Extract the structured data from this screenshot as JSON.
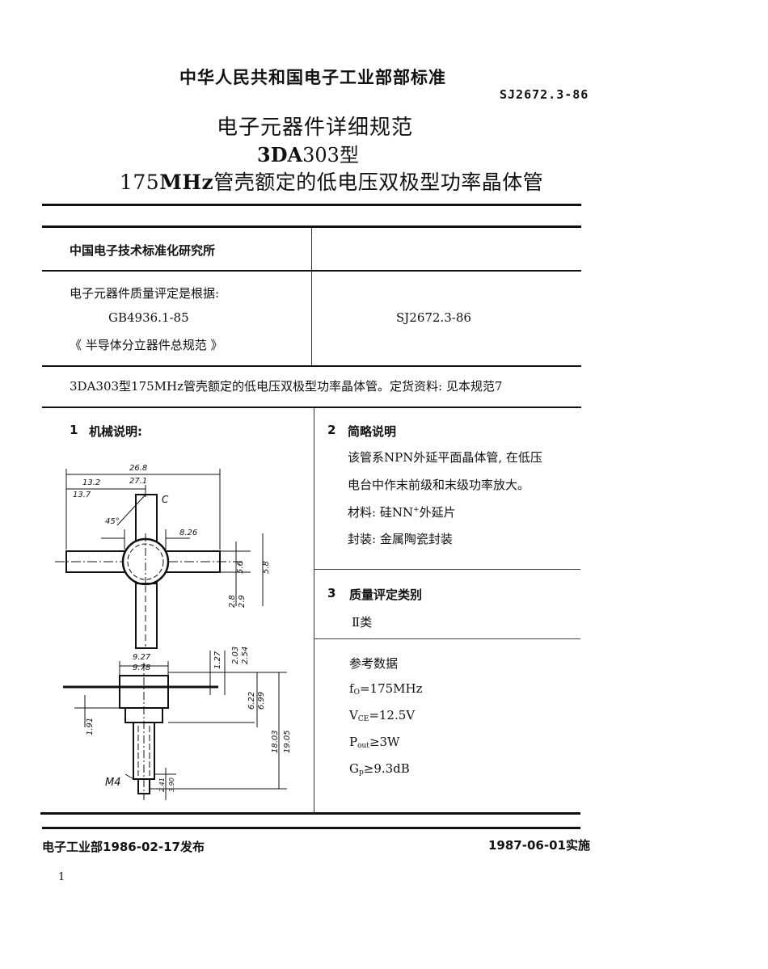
{
  "header": {
    "ministry_standard": "中华人民共和国电子工业部部标准",
    "standard_number": "SJ2672.3-86",
    "title_line1": "电子元器件详细规范",
    "title_line2_bold": "3DA",
    "title_line2_rest": "303型",
    "title_line3_num": "175",
    "title_line3_bold": "MHz",
    "title_line3_rest": "管壳额定的低电压双极型功率晶体管"
  },
  "info_table": {
    "institute": "中国电子技术标准化研究所",
    "basis_label": "电子元器件质量评定是根据:",
    "basis_standard": "GB4936.1-85",
    "basis_title": "《 半导体分立器件总规范 》",
    "spec_number": "SJ2672.3-86"
  },
  "summary_line": "3DA303型175MHz管壳额定的低电压双极型功率晶体管。定货资料: 见本规范7",
  "section1": {
    "number": "1",
    "title": "机械说明:",
    "drawing": {
      "dims": {
        "overall_width": "26.8",
        "overall_width2": "27.1",
        "half_width": "13.2",
        "half_width2": "13.7",
        "angle": "45°",
        "lead_label": "C",
        "body_dia": "8.26",
        "lead_w1": "5.6",
        "lead_w2": "5.8",
        "lead_t1": "2.8",
        "lead_t2": "2.9",
        "cap_w1": "9.27",
        "cap_w2": "9.78",
        "h1": "1.27",
        "h2": "2.03",
        "h3": "2.54",
        "h4": "6.22",
        "h5": "6.99",
        "stud_offset": "1.91",
        "total_h1": "18.03",
        "total_h2": "19.05",
        "thread_label": "M4",
        "tip1": "2.41",
        "tip2": "3.90"
      }
    }
  },
  "section2": {
    "number": "2",
    "title": "简略说明",
    "line1": "该管系NPN外延平面晶体管, 在低压",
    "line2": "电台中作末前级和末级功率放大。",
    "material_label": "材料: 硅NN",
    "material_sup": "+",
    "material_rest": "外延片",
    "package": "封装: 金属陶瓷封装"
  },
  "section3": {
    "number": "3",
    "title": "质量评定类别",
    "value": "Ⅱ类"
  },
  "reference": {
    "title": "参考数据",
    "items": [
      {
        "sym": "f",
        "sub": "O",
        "rel": "=",
        "val": "175MHz"
      },
      {
        "sym": "V",
        "sub": "CE",
        "rel": "=",
        "val": "12.5V"
      },
      {
        "sym": "P",
        "sub": "out",
        "rel": "≥",
        "val": "3W"
      },
      {
        "sym": "G",
        "sub": "p",
        "rel": "≥",
        "val": "9.3dB"
      }
    ]
  },
  "footer": {
    "issued": "电子工业部1986-02-17发布",
    "effective": "1987-06-01实施",
    "page_number": "1"
  }
}
